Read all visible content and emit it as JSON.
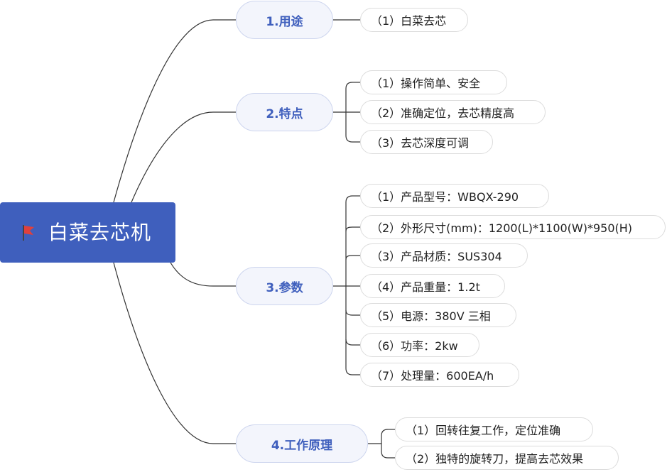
{
  "root": {
    "title": "白菜去芯机",
    "icon": "red-flag-icon",
    "color": "#3f5fbd"
  },
  "branches": [
    {
      "label": "1.用途",
      "items": [
        "（1）白菜去芯"
      ]
    },
    {
      "label": "2.特点",
      "items": [
        "（1）操作简单、安全",
        "（2）准确定位，去芯精度高",
        "（3）去芯深度可调"
      ]
    },
    {
      "label": "3.参数",
      "items": [
        "（1）产品型号：WBQX-290",
        "（2）外形尺寸(mm)：1200(L)*1100(W)*950(H)",
        "（3）产品材质：SUS304",
        "（4）产品重量：1.2t",
        "（5）电源：380V 三相",
        "（6）功率：2kw",
        "（7）处理量：600EA/h"
      ]
    },
    {
      "label": "4.工作原理",
      "items": [
        "（1）回转往复工作，定位准确",
        "（2）独特的旋转刀，提高去芯效果"
      ]
    }
  ]
}
